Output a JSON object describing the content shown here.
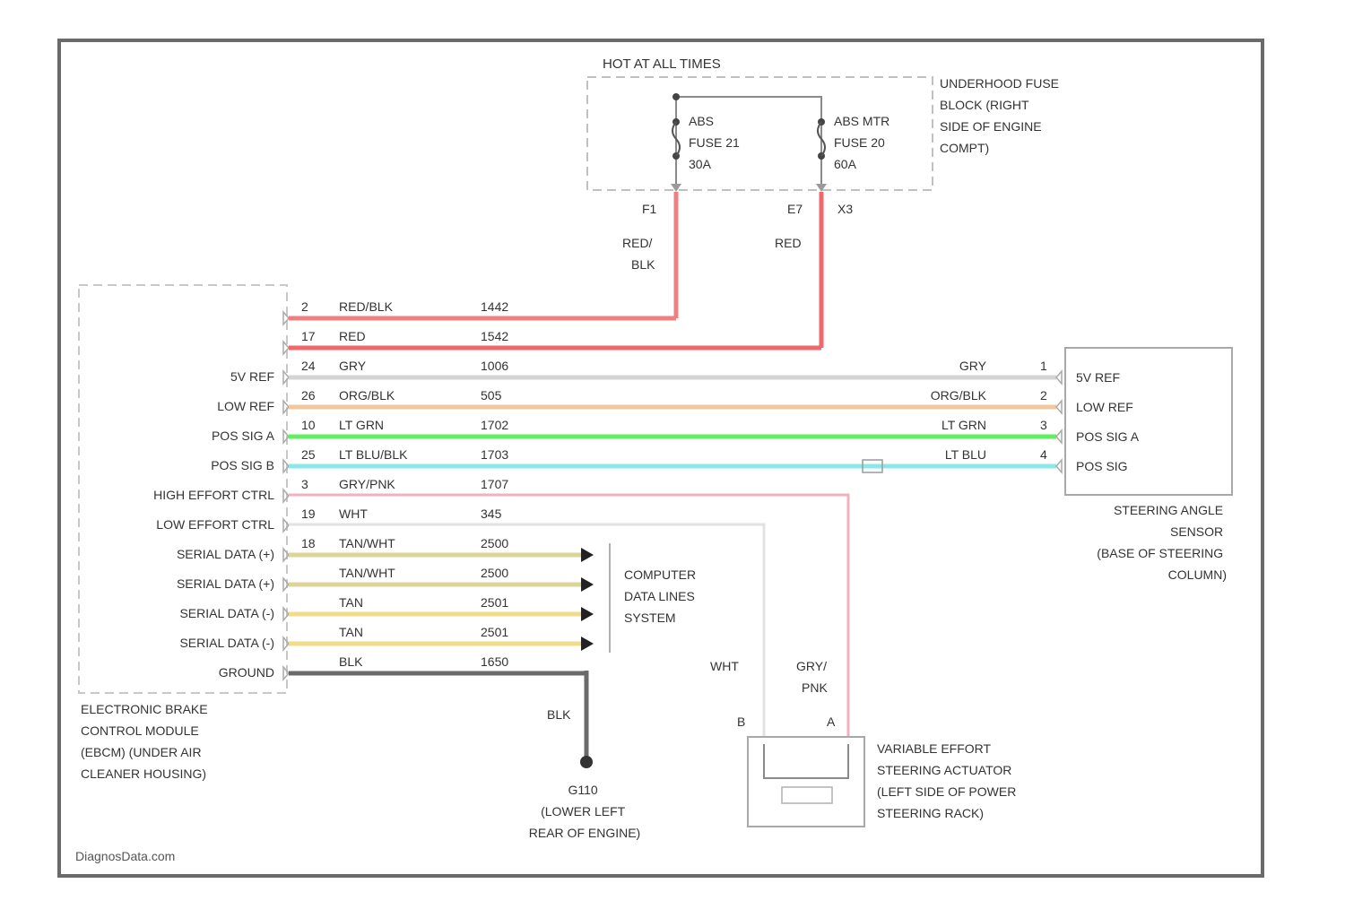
{
  "hot_label": "HOT AT ALL TIMES",
  "fuse_block": {
    "title_lines": [
      "UNDERHOOD FUSE",
      "BLOCK (RIGHT",
      "SIDE OF ENGINE",
      "COMPT)"
    ],
    "fuse1_lines": [
      "ABS",
      "FUSE 21",
      "30A"
    ],
    "fuse2_lines": [
      "ABS MTR",
      "FUSE 20",
      "60A"
    ],
    "pin1": "F1",
    "pin2": "E7",
    "connector": "X3"
  },
  "feed_labels": {
    "wire1_lines": [
      "RED/",
      "BLK"
    ],
    "wire2": "RED"
  },
  "ebcm": {
    "title_lines": [
      "ELECTRONIC BRAKE",
      "CONTROL MODULE",
      "(EBCM) (UNDER AIR",
      "CLEANER HOUSING)"
    ],
    "pin_labels": [
      "",
      "",
      "",
      "5V REF",
      "LOW REF",
      "POS SIG A",
      "POS SIG B",
      "HIGH EFFORT CTRL",
      "LOW EFFORT CTRL",
      "SERIAL DATA (+)",
      "SERIAL DATA (+)",
      "SERIAL DATA (-)",
      "SERIAL DATA (-)",
      "GROUND"
    ]
  },
  "wires": [
    {
      "pin": "2",
      "color_label": "RED/BLK",
      "circuit": "1442",
      "line_color": "#f08080"
    },
    {
      "pin": "17",
      "color_label": "RED",
      "circuit": "1542",
      "line_color": "#f06868"
    },
    {
      "pin": "24",
      "color_label": "GRY",
      "circuit": "1006",
      "line_color": "#d4d4d4"
    },
    {
      "pin": "26",
      "color_label": "ORG/BLK",
      "circuit": "505",
      "line_color": "#f1c79c"
    },
    {
      "pin": "10",
      "color_label": "LT GRN",
      "circuit": "1702",
      "line_color": "#60f060"
    },
    {
      "pin": "25",
      "color_label": "LT BLU/BLK",
      "circuit": "1703",
      "line_color": "#8ae8e8"
    },
    {
      "pin": "3",
      "color_label": "GRY/PNK",
      "circuit": "1707",
      "line_color": "#f4b0c0"
    },
    {
      "pin": "19",
      "color_label": "WHT",
      "circuit": "345",
      "line_color": "#e2e2e2"
    },
    {
      "pin": "18",
      "color_label": "TAN/WHT",
      "circuit": "2500",
      "line_color": "#ddd49a"
    },
    {
      "pin": "",
      "color_label": "TAN/WHT",
      "circuit": "2500",
      "line_color": "#ddd49a"
    },
    {
      "pin": "",
      "color_label": "TAN",
      "circuit": "2501",
      "line_color": "#f0dc8a"
    },
    {
      "pin": "",
      "color_label": "TAN",
      "circuit": "2501",
      "line_color": "#f0dc8a"
    },
    {
      "pin": "",
      "color_label": "BLK",
      "circuit": "1650",
      "line_color": "#6a6a6a"
    }
  ],
  "sensor": {
    "pins": [
      "1",
      "2",
      "3",
      "4"
    ],
    "wire_labels": [
      "GRY",
      "ORG/BLK",
      "LT GRN",
      "LT BLU"
    ],
    "pin_labels": [
      "5V REF",
      "LOW REF",
      "POS SIG A",
      "POS SIG"
    ],
    "title_lines": [
      "STEERING ANGLE",
      "SENSOR",
      "(BASE OF STEERING",
      "COLUMN)"
    ]
  },
  "computer_data_lines_lines": [
    "COMPUTER",
    "DATA LINES",
    "SYSTEM"
  ],
  "ground": {
    "wire_label": "BLK",
    "title_lines": [
      "G110",
      "(LOWER LEFT",
      "REAR OF ENGINE)"
    ]
  },
  "actuator": {
    "wire_b": "WHT",
    "wire_a_lines": [
      "GRY/",
      "PNK"
    ],
    "pin_b": "B",
    "pin_a": "A",
    "inner_label": "",
    "title_lines": [
      "VARIABLE EFFORT",
      "STEERING ACTUATOR",
      "(LEFT SIDE OF POWER",
      "STEERING RACK)"
    ]
  },
  "watermark": "DiagnosData.com",
  "colors": {
    "frame": "#6a6a6a",
    "outline": "#bbbbbb",
    "text": "#333333"
  }
}
